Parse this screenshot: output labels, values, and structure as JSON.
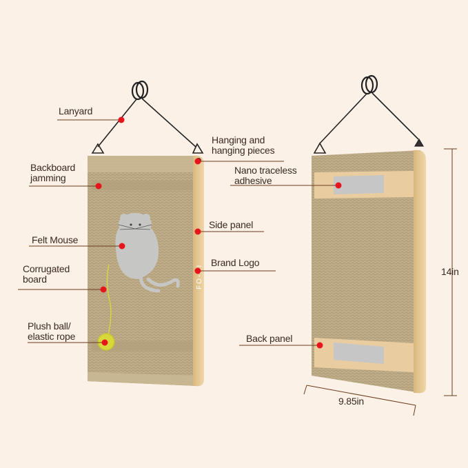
{
  "brand_logo_text": "FO-HI",
  "colors": {
    "background": "#fbf1e6",
    "cardboard": "#bfad8a",
    "wood": "#e6c896",
    "marker": "#e8141c",
    "leader_line": "#6b3a1f",
    "felt": "#c6c6c4",
    "plush_ball": "#d8d83a"
  },
  "callouts": {
    "lanyard": "Lanyard",
    "hanging_pieces": "Hanging and\nhanging pieces",
    "backboard_jamming": "Backboard\njamming",
    "felt_mouse": "Felt Mouse",
    "side_panel": "Side panel",
    "brand_logo": "Brand Logo",
    "corrugated_board": "Corrugated\nboard",
    "plush_ball": "Plush ball/\nelastic rope",
    "nano_adhesive": "Nano traceless\nadhesive",
    "back_panel": "Back panel"
  },
  "dimensions": {
    "height": "14in",
    "width": "9.85in"
  },
  "icons": [
    "hanging-ring-icon",
    "mouse-icon",
    "plush-ball-icon"
  ]
}
